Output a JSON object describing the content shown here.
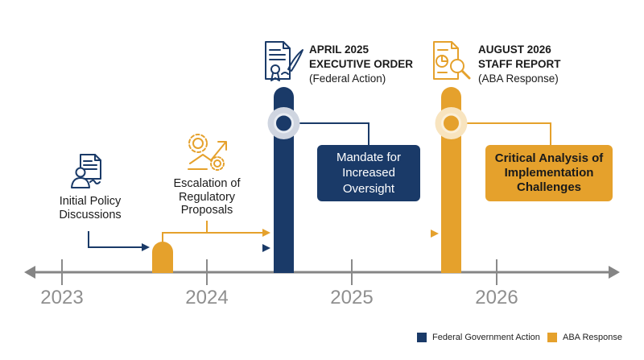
{
  "colors": {
    "federal": "#1a3a68",
    "aba": "#e5a12c",
    "axis": "#858585",
    "year_text": "#8f8f8f"
  },
  "timeline": {
    "years": [
      "2023",
      "2024",
      "2025",
      "2026"
    ]
  },
  "milestones": {
    "initial": {
      "icon": "document-person-icon",
      "text": "Initial Policy Discussions"
    },
    "escalation": {
      "icon": "gears-trend-arrow-icon",
      "text": "Escalation of Regulatory Proposals"
    },
    "executive_order": {
      "icon": "signed-certificate-icon",
      "title_line1": "APRIL 2025",
      "title_line2": "EXECUTIVE ORDER",
      "subtitle": "(Federal Action)",
      "box_text": "Mandate for Increased Oversight"
    },
    "staff_report": {
      "icon": "report-magnifier-icon",
      "title_line1": "AUGUST 2026",
      "title_line2": "STAFF REPORT",
      "subtitle": "(ABA Response)",
      "box_text": "Critical Analysis of Implementation Challenges"
    }
  },
  "legend": {
    "federal": "Federal Government Action",
    "aba": "ABA Response"
  }
}
